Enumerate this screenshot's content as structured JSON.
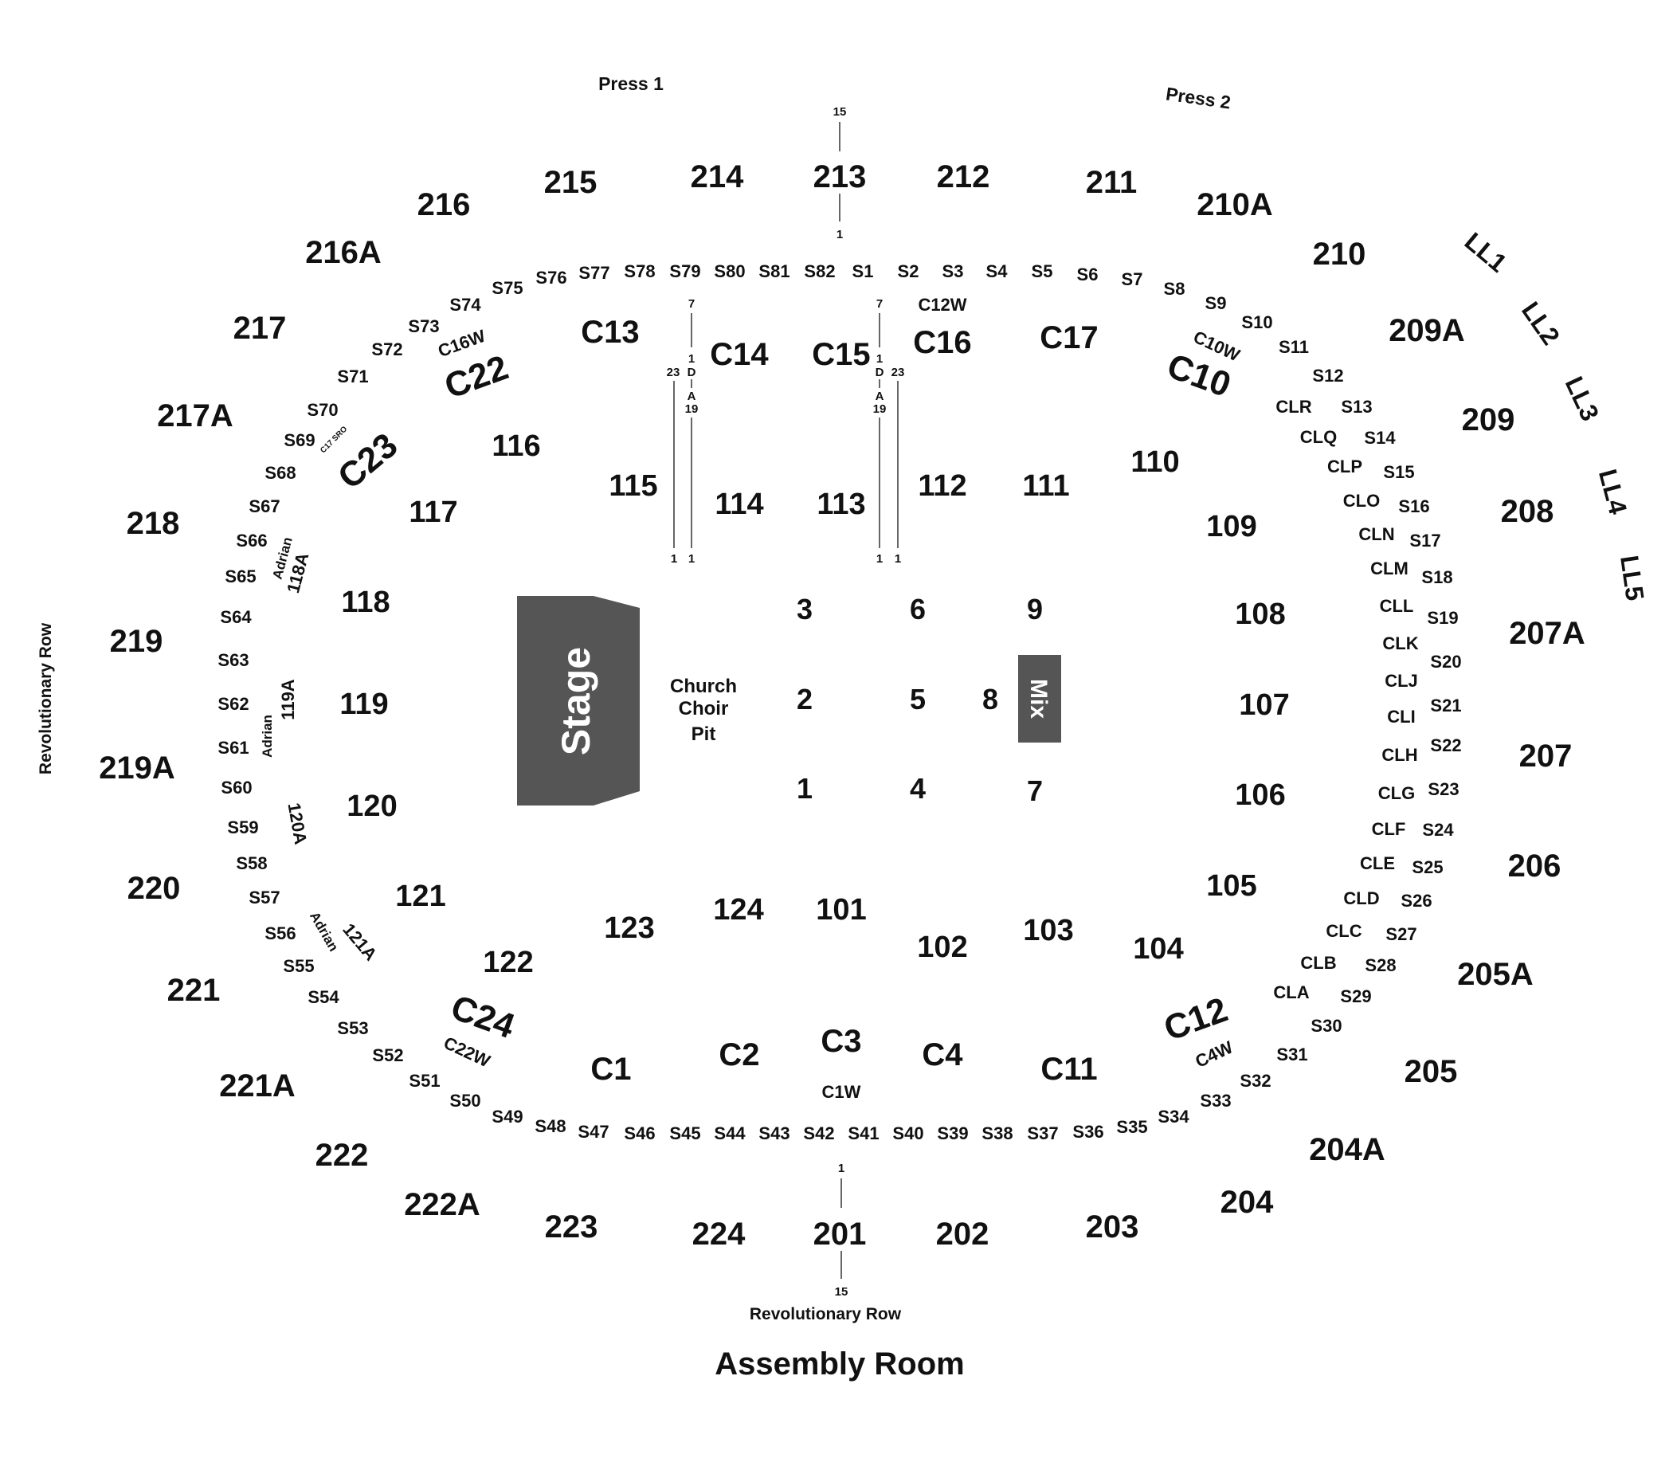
{
  "venue": {
    "title": "Assembly Room",
    "revolutionary_row_left": "Revolutionary Row",
    "revolutionary_row_bottom": "Revolutionary Row",
    "press1": "Press 1",
    "press2": "Press 2"
  },
  "stage": {
    "label": "Stage",
    "fill": "#555555"
  },
  "mix": {
    "label": "Mix",
    "fill": "#555555"
  },
  "choir": {
    "line1": "Church",
    "line2": "Choir",
    "line3": "Pit"
  },
  "upper_sections": [
    "213",
    "214",
    "215",
    "216",
    "216A",
    "217",
    "217A",
    "218",
    "219",
    "219A",
    "220",
    "221",
    "221A",
    "222",
    "222A",
    "223",
    "224",
    "201",
    "202",
    "203",
    "204",
    "204A",
    "205",
    "205A",
    "206",
    "207",
    "207A",
    "208",
    "209",
    "209A",
    "210",
    "210A",
    "211",
    "212"
  ],
  "lower_sections": [
    "101",
    "102",
    "103",
    "104",
    "105",
    "106",
    "107",
    "108",
    "109",
    "110",
    "111",
    "112",
    "113",
    "114",
    "115",
    "116",
    "117",
    "118",
    "119",
    "120",
    "121",
    "122",
    "123",
    "124"
  ],
  "club_sections": [
    "C1",
    "C2",
    "C3",
    "C4",
    "C10",
    "C11",
    "C12",
    "C13",
    "C14",
    "C15",
    "C16",
    "C17",
    "C22",
    "C23",
    "C24"
  ],
  "club_small": [
    "C12W",
    "C16W",
    "C10W",
    "C22W",
    "C4W",
    "C1W",
    "C17 SRO"
  ],
  "adrian_sections": [
    "118A",
    "119A",
    "120A",
    "121A"
  ],
  "adrian_label": "Adrian",
  "suites_top": [
    "S75",
    "S76",
    "S77",
    "S78",
    "S79",
    "S80",
    "S81",
    "S82",
    "S1",
    "S2",
    "S3",
    "S4",
    "S5",
    "S6",
    "S7",
    "S8"
  ],
  "suites_right": [
    "S9",
    "S10",
    "S11",
    "S12",
    "S13",
    "S14",
    "S15",
    "S16",
    "S17",
    "S18",
    "S19",
    "S20",
    "S21",
    "S22",
    "S23",
    "S24",
    "S25",
    "S26",
    "S27",
    "S28",
    "S29",
    "S30",
    "S31",
    "S32",
    "S33",
    "S34"
  ],
  "suites_bottom": [
    "S35",
    "S36",
    "S37",
    "S38",
    "S39",
    "S40",
    "S41",
    "S42",
    "S43",
    "S44",
    "S45",
    "S46",
    "S47",
    "S48",
    "S49"
  ],
  "suites_left": [
    "S50",
    "S51",
    "S52",
    "S53",
    "S54",
    "S55",
    "S56",
    "S57",
    "S58",
    "S59",
    "S60",
    "S61",
    "S62",
    "S63",
    "S64",
    "S65",
    "S66",
    "S67",
    "S68",
    "S69",
    "S70",
    "S71",
    "S72",
    "S73",
    "S74"
  ],
  "club_loges": [
    "CLR",
    "CLQ",
    "CLP",
    "CLO",
    "CLN",
    "CLM",
    "CLL",
    "CLK",
    "CLJ",
    "CLI",
    "CLH",
    "CLG",
    "CLF",
    "CLE",
    "CLD",
    "CLC",
    "CLB",
    "CLA"
  ],
  "ll_boxes": [
    "LL1",
    "LL2",
    "LL3",
    "LL4",
    "LL5"
  ],
  "floor_sections": [
    "1",
    "2",
    "3",
    "4",
    "5",
    "6",
    "7",
    "8",
    "9"
  ],
  "row_markers": {
    "top_row_high": "15",
    "top_row_low": "1",
    "bottom_row_high": "15",
    "bottom_row_low": "1",
    "ada_left_top": "7",
    "ada_left_1": "1",
    "ada_left_d": "D",
    "ada_left_a": "A",
    "ada_left_19": "19",
    "ada_left_23": "23",
    "ada_left_bottom_a": "1",
    "ada_left_bottom_b": "1",
    "ada_right_top": "7",
    "ada_right_1": "1",
    "ada_right_d": "D",
    "ada_right_a": "A",
    "ada_right_19": "19",
    "ada_right_23": "23",
    "ada_right_bottom_a": "1",
    "ada_right_bottom_b": "1"
  }
}
